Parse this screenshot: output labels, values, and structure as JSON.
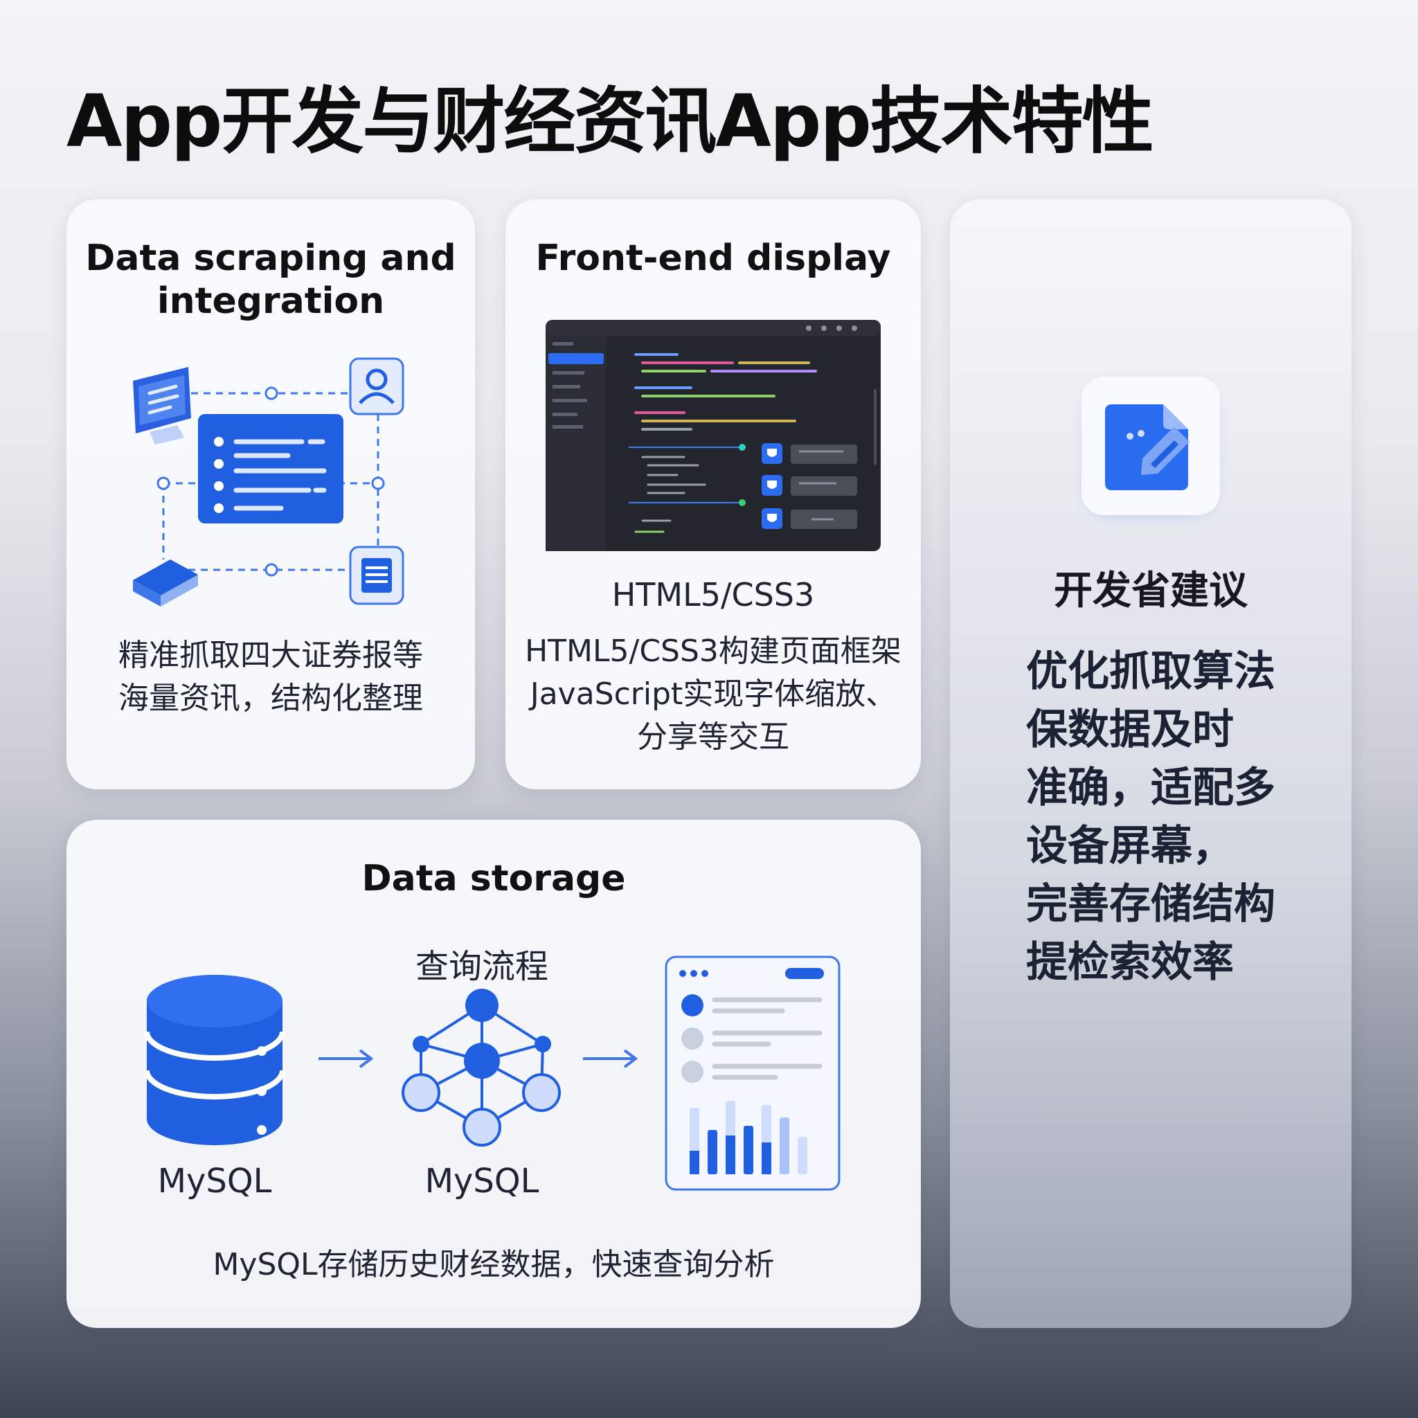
{
  "page": {
    "title": "App开发与财经资讯App技术特性"
  },
  "scraping": {
    "title_line1": "Data scraping and",
    "title_line2": "integration",
    "desc_line1": "精准抓取四大证券报等",
    "desc_line2": "海量资讯，结构化整理"
  },
  "frontend": {
    "title": "Front-end display",
    "tech": "HTML5/CSS3",
    "desc_line1": "HTML5/CSS3构建页面框架",
    "desc_line2": "JavaScript实现字体缩放、",
    "desc_line3": "分享等交互"
  },
  "storage": {
    "title": "Data storage",
    "flow_label": "查询流程",
    "db_label": "MySQL",
    "graph_label": "MySQL",
    "desc": "MySQL存储历史财经数据，快速查询分析"
  },
  "advice": {
    "title": "开发省建议",
    "lines": [
      "优化抓取算法",
      "保数据及时",
      "准确，适配多",
      "设备屏幕，",
      "完善存储结构",
      "提检索效率"
    ]
  },
  "colors": {
    "accent": "#1f5fe0",
    "accent_light": "#cfdcfb",
    "editor_bg": "#23262d"
  }
}
